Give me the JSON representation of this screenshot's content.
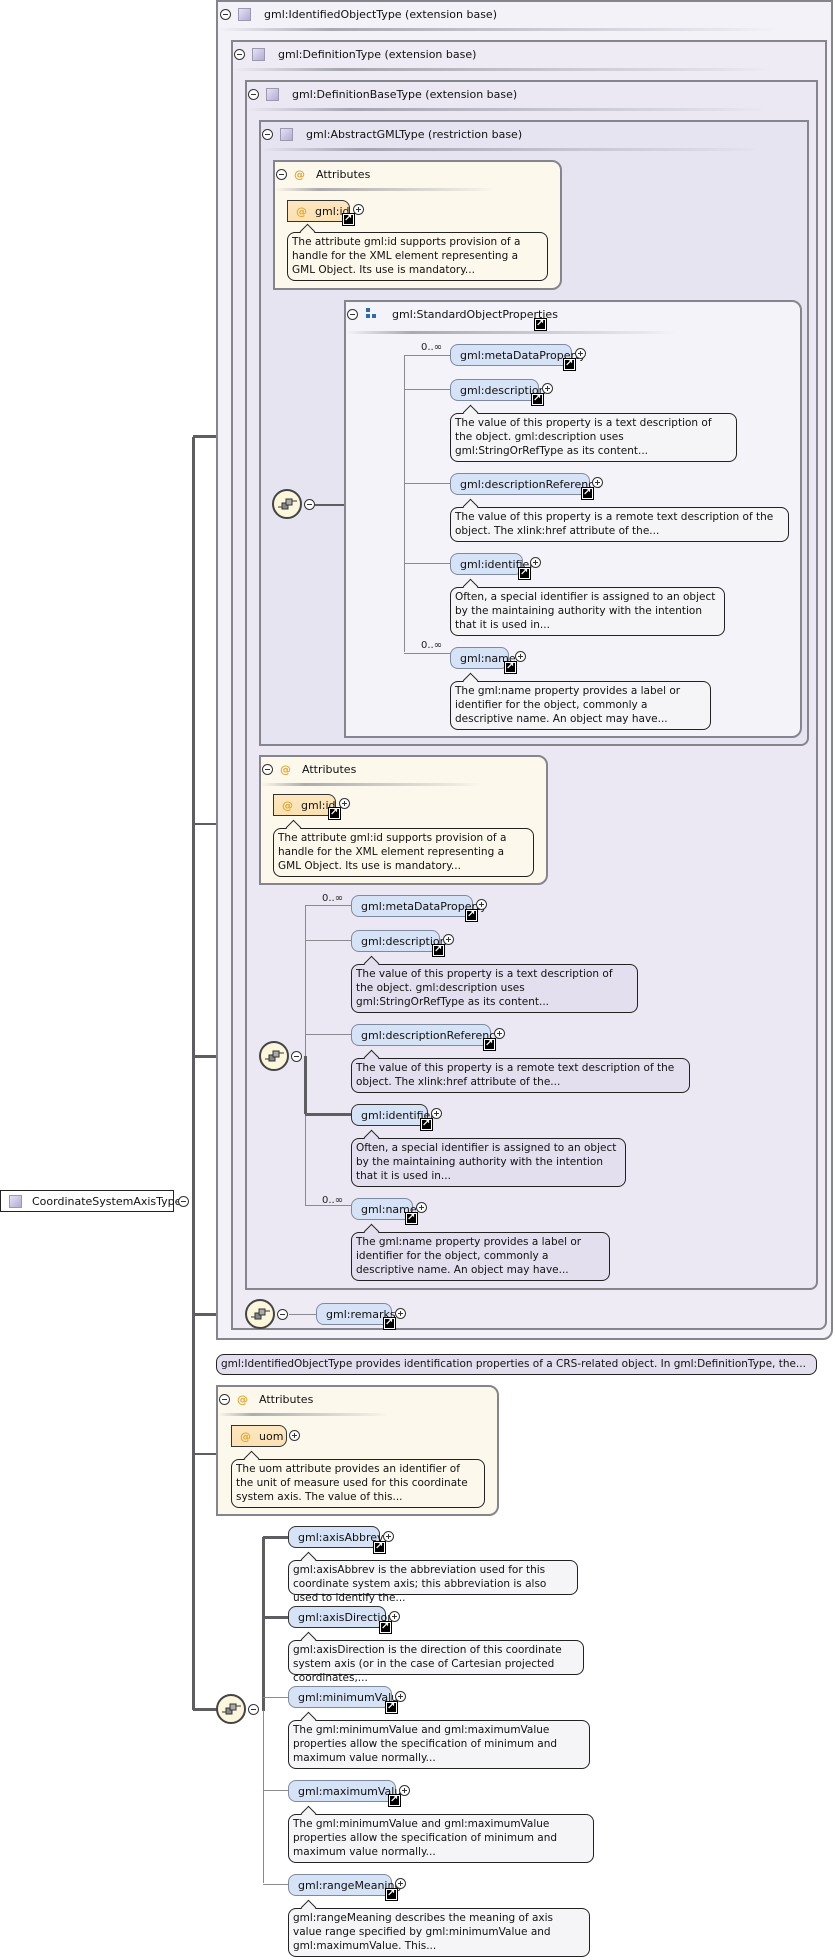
{
  "root": {
    "label": "CoordinateSystemAxisType"
  },
  "frames": {
    "identified": "gml:IdentifiedObjectType (extension base)",
    "definition": "gml:DefinitionType (extension base)",
    "definitionBase": "gml:DefinitionBaseType (extension base)",
    "abstractGML": "gml:AbstractGMLType (restriction base)"
  },
  "attributes_title": "Attributes",
  "abstract_attrs": {
    "name": "gml:id",
    "doc": "The attribute gml:id supports provision of a handle for the XML element representing a GML Object. Its use is mandatory..."
  },
  "standard_group": {
    "label": "gml:StandardObjectProperties",
    "items": [
      {
        "name": "gml:metaDataProperty",
        "mult": "0..∞",
        "doc": ""
      },
      {
        "name": "gml:description",
        "mult": "",
        "doc": "The value of this property is a text description of the object. gml:description uses gml:StringOrRefType as its content..."
      },
      {
        "name": "gml:descriptionReference",
        "mult": "",
        "doc": "The value of this property is a remote text description of the object. The xlink:href attribute of the..."
      },
      {
        "name": "gml:identifier",
        "mult": "",
        "doc": "Often, a special identifier is assigned to an object by the maintaining authority with the intention that it is used in..."
      },
      {
        "name": "gml:name",
        "mult": "0..∞",
        "doc": "The gml:name property provides a label or identifier for the object, commonly a descriptive name. An object may have..."
      }
    ]
  },
  "definition_base_attrs": {
    "name": "gml:id",
    "doc": "The attribute gml:id supports provision of a handle for the XML element representing a GML Object. Its use is mandatory..."
  },
  "definition_base_seq": [
    {
      "name": "gml:metaDataProperty",
      "mult": "0..∞",
      "doc": ""
    },
    {
      "name": "gml:description",
      "mult": "",
      "doc": "The value of this property is a text description of the object. gml:description uses gml:StringOrRefType as its content..."
    },
    {
      "name": "gml:descriptionReference",
      "mult": "",
      "doc": "The value of this property is a remote text description of the object. The xlink:href attribute of the..."
    },
    {
      "name": "gml:identifier",
      "mult": "",
      "doc": "Often, a special identifier is assigned to an object by the maintaining authority with the intention that it is used in..."
    },
    {
      "name": "gml:name",
      "mult": "0..∞",
      "doc": "The gml:name property provides a label or identifier for the object, commonly a descriptive name. An object may have..."
    }
  ],
  "definition_seq": {
    "name": "gml:remarks"
  },
  "identified_doc": "gml:IdentifiedObjectType provides identification properties of a CRS-related object. In gml:DefinitionType, the...",
  "uom_attrs": {
    "name": "uom",
    "doc": "The uom attribute provides an identifier of the unit of measure used for this coordinate system axis. The value of this..."
  },
  "axis_seq": [
    {
      "name": "gml:axisAbbrev",
      "doc": "gml:axisAbbrev is the abbreviation used for this coordinate system axis; this abbreviation is also used to identify the..."
    },
    {
      "name": "gml:axisDirection",
      "doc": "gml:axisDirection is the direction of this coordinate system axis (or in the case of Cartesian projected coordinates,..."
    },
    {
      "name": "gml:minimumValue",
      "doc": "The gml:minimumValue and gml:maximumValue properties allow the specification of minimum and maximum value normally..."
    },
    {
      "name": "gml:maximumValue",
      "doc": "The gml:minimumValue and gml:maximumValue properties allow the specification of minimum and maximum value normally..."
    },
    {
      "name": "gml:rangeMeaning",
      "doc": "gml:rangeMeaning describes the meaning of axis value range specified by gml:minimumValue and gml:maximumValue. This..."
    }
  ]
}
